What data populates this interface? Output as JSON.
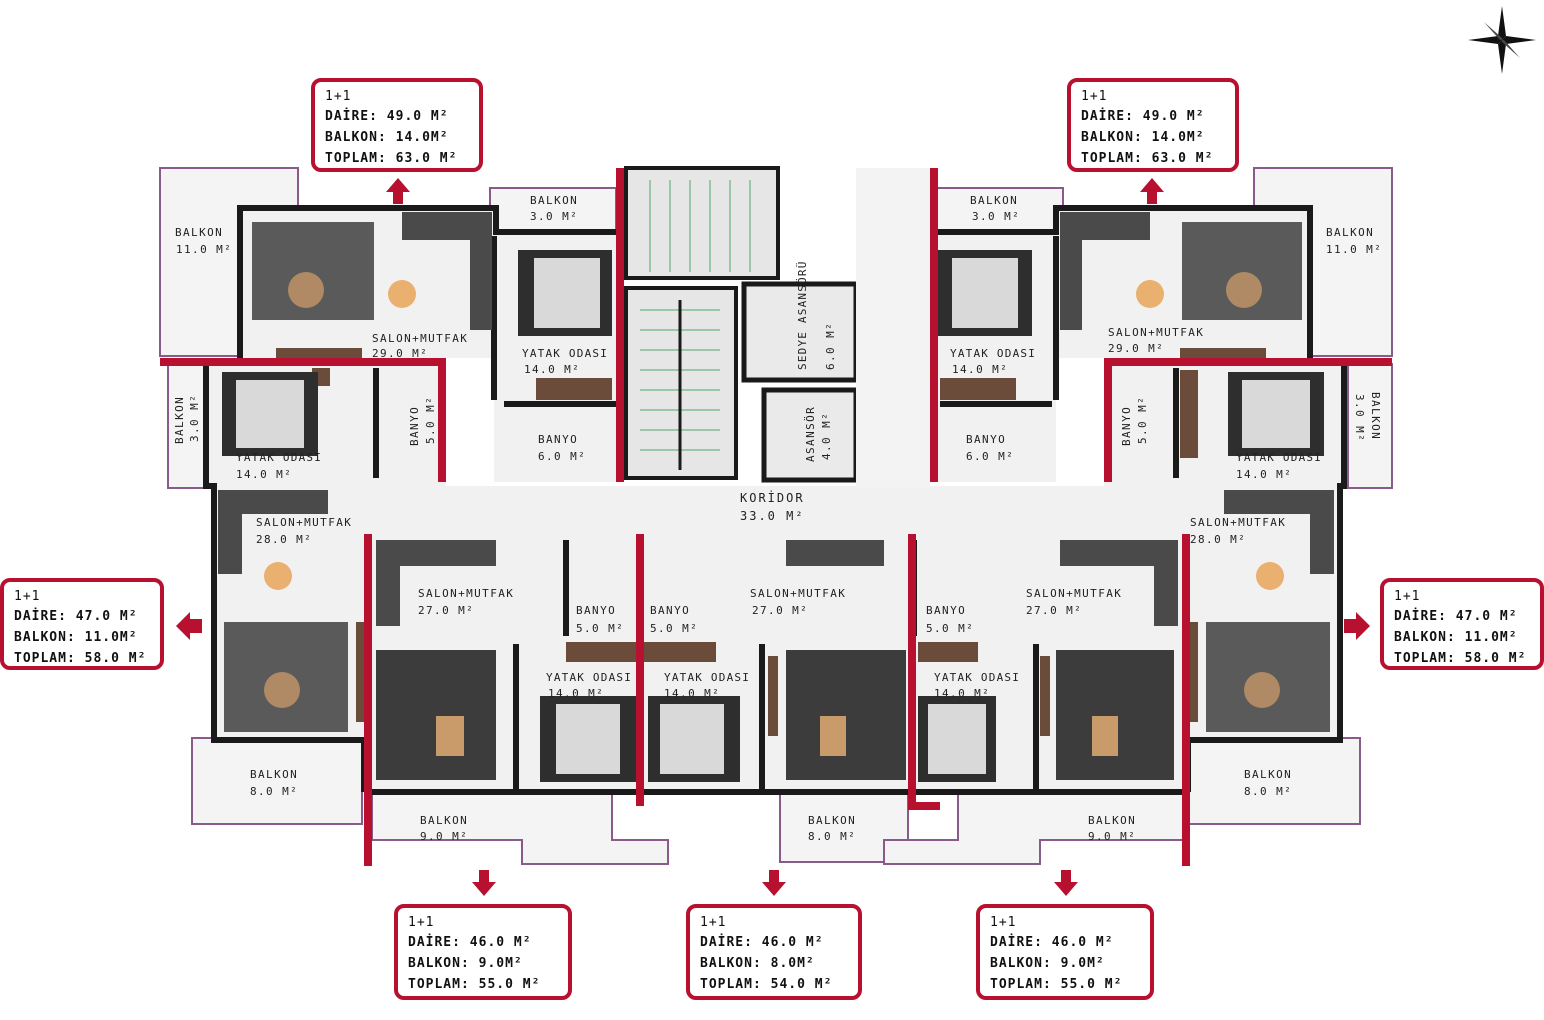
{
  "units": [
    {
      "id": "nw",
      "type": "1+1",
      "daire": "DAİRE: 49.0 M²",
      "balkon": "BALKON: 14.0M²",
      "toplam": "TOPLAM: 63.0 M²"
    },
    {
      "id": "ne",
      "type": "1+1",
      "daire": "DAİRE: 49.0 M²",
      "balkon": "BALKON: 14.0M²",
      "toplam": "TOPLAM: 63.0 M²"
    },
    {
      "id": "w",
      "type": "1+1",
      "daire": "DAİRE: 47.0 M²",
      "balkon": "BALKON: 11.0M²",
      "toplam": "TOPLAM: 58.0 M²"
    },
    {
      "id": "e",
      "type": "1+1",
      "daire": "DAİRE: 47.0 M²",
      "balkon": "BALKON: 11.0M²",
      "toplam": "TOPLAM: 58.0 M²"
    },
    {
      "id": "sw",
      "type": "1+1",
      "daire": "DAİRE: 46.0 M²",
      "balkon": "BALKON: 9.0M²",
      "toplam": "TOPLAM: 55.0 M²"
    },
    {
      "id": "s",
      "type": "1+1",
      "daire": "DAİRE: 46.0 M²",
      "balkon": "BALKON: 8.0M²",
      "toplam": "TOPLAM: 54.0 M²"
    },
    {
      "id": "se",
      "type": "1+1",
      "daire": "DAİRE: 46.0 M²",
      "balkon": "BALKON: 9.0M²",
      "toplam": "TOPLAM: 55.0 M²"
    }
  ],
  "rooms": {
    "balkon_11_nw": {
      "name": "BALKON",
      "area": "11.0 M²"
    },
    "balkon_3_n_left": {
      "name": "BALKON",
      "area": "3.0 M²"
    },
    "salon_29_nw": {
      "name": "SALON+MUTFAK",
      "area": "29.0 M²"
    },
    "yatak_14_nw": {
      "name": "YATAK ODASI",
      "area": "14.0 M²"
    },
    "banyo_6_nw": {
      "name": "BANYO",
      "area": "6.0 M²"
    },
    "balkon_3_w": {
      "name": "BALKON",
      "area": "3.0 M²"
    },
    "yatak_14_w": {
      "name": "YATAK ODASI",
      "area": "14.0 M²"
    },
    "banyo_5_w": {
      "name": "BANYO",
      "area": "5.0 M²"
    },
    "sedye": {
      "name": "SEDYE ASANSÖRÜ",
      "area": "6.0 M²"
    },
    "asansor": {
      "name": "ASANSÖR",
      "area": "4.0 M²"
    },
    "koridor": {
      "name": "KORİDOR",
      "area": "33.0 M²"
    },
    "balkon_3_n_right": {
      "name": "BALKON",
      "area": "3.0 M²"
    },
    "yatak_14_ne": {
      "name": "YATAK ODASI",
      "area": "14.0 M²"
    },
    "banyo_6_ne": {
      "name": "BANYO",
      "area": "6.0 M²"
    },
    "salon_29_ne": {
      "name": "SALON+MUTFAK",
      "area": "29.0 M²"
    },
    "balkon_11_ne": {
      "name": "BALKON",
      "area": "11.0 M²"
    },
    "banyo_5_e": {
      "name": "BANYO",
      "area": "5.0 M²"
    },
    "yatak_14_e": {
      "name": "YATAK ODASI",
      "area": "14.0 M²"
    },
    "balkon_3_e": {
      "name": "BALKON",
      "area": "3.0 M²"
    },
    "salon_28_w": {
      "name": "SALON+MUTFAK",
      "area": "28.0 M²"
    },
    "salon_27_sw": {
      "name": "SALON+MUTFAK",
      "area": "27.0 M²"
    },
    "banyo_5_sw": {
      "name": "BANYO",
      "area": "5.0 M²"
    },
    "banyo_5_s": {
      "name": "BANYO",
      "area": "5.0 M²"
    },
    "salon_27_s": {
      "name": "SALON+MUTFAK",
      "area": "27.0 M²"
    },
    "banyo_5_se": {
      "name": "BANYO",
      "area": "5.0 M²"
    },
    "salon_27_se": {
      "name": "SALON+MUTFAK",
      "area": "27.0 M²"
    },
    "salon_28_e": {
      "name": "SALON+MUTFAK",
      "area": "28.0 M²"
    },
    "yatak_14_sw": {
      "name": "YATAK ODASI",
      "area": "14.0 M²"
    },
    "yatak_14_s": {
      "name": "YATAK ODASI",
      "area": "14.0 M²"
    },
    "yatak_14_se": {
      "name": "YATAK ODASI",
      "area": "14.0 M²"
    },
    "balkon_8_w": {
      "name": "BALKON",
      "area": "8.0 M²"
    },
    "balkon_9_sw": {
      "name": "BALKON",
      "area": "9.0 M²"
    },
    "balkon_8_s": {
      "name": "BALKON",
      "area": "8.0 M²"
    },
    "balkon_9_se": {
      "name": "BALKON",
      "area": "9.0 M²"
    },
    "balkon_8_e": {
      "name": "BALKON",
      "area": "8.0 M²"
    }
  },
  "colors": {
    "accent": "#b8102f",
    "outline": "#8a5a8a",
    "wall": "#1a1a1a",
    "floor": "#f2f2f2"
  }
}
